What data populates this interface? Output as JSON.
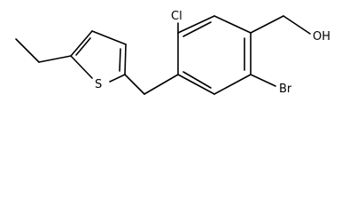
{
  "labels": {
    "chloro": "Cl",
    "hydroxyl": "OH",
    "bromo": "Br",
    "sulfur": "S"
  }
}
